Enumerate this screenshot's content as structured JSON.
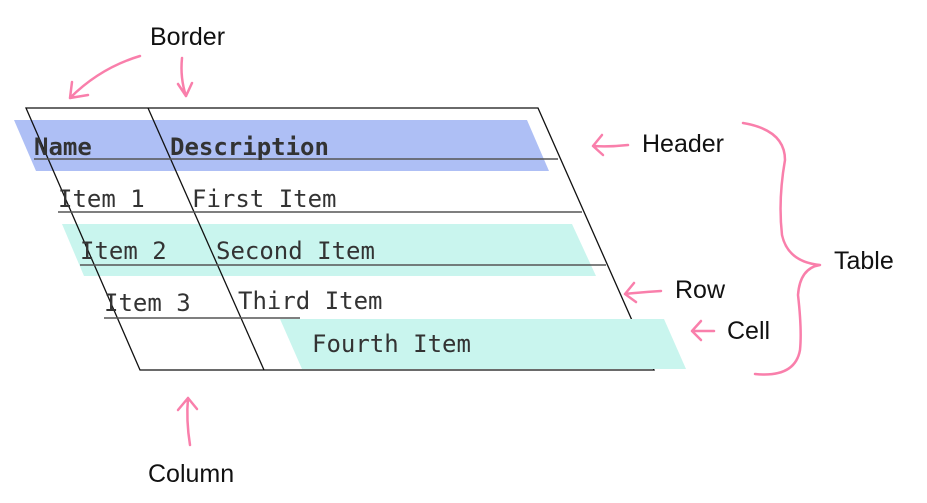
{
  "annotations": {
    "border": "Border",
    "header": "Header",
    "table": "Table",
    "row": "Row",
    "cell": "Cell",
    "column": "Column"
  },
  "table": {
    "headers": [
      "Name",
      "Description"
    ],
    "rows": [
      [
        "Item 1",
        "First Item"
      ],
      [
        "Item 2",
        "Second Item"
      ],
      [
        "Item 3",
        "Third Item"
      ]
    ],
    "highlighted_cell": "Fourth Item"
  },
  "colors": {
    "header_highlight": "#aebff5",
    "row_highlight": "#c9f5ee",
    "annotation": "#f97fab"
  }
}
